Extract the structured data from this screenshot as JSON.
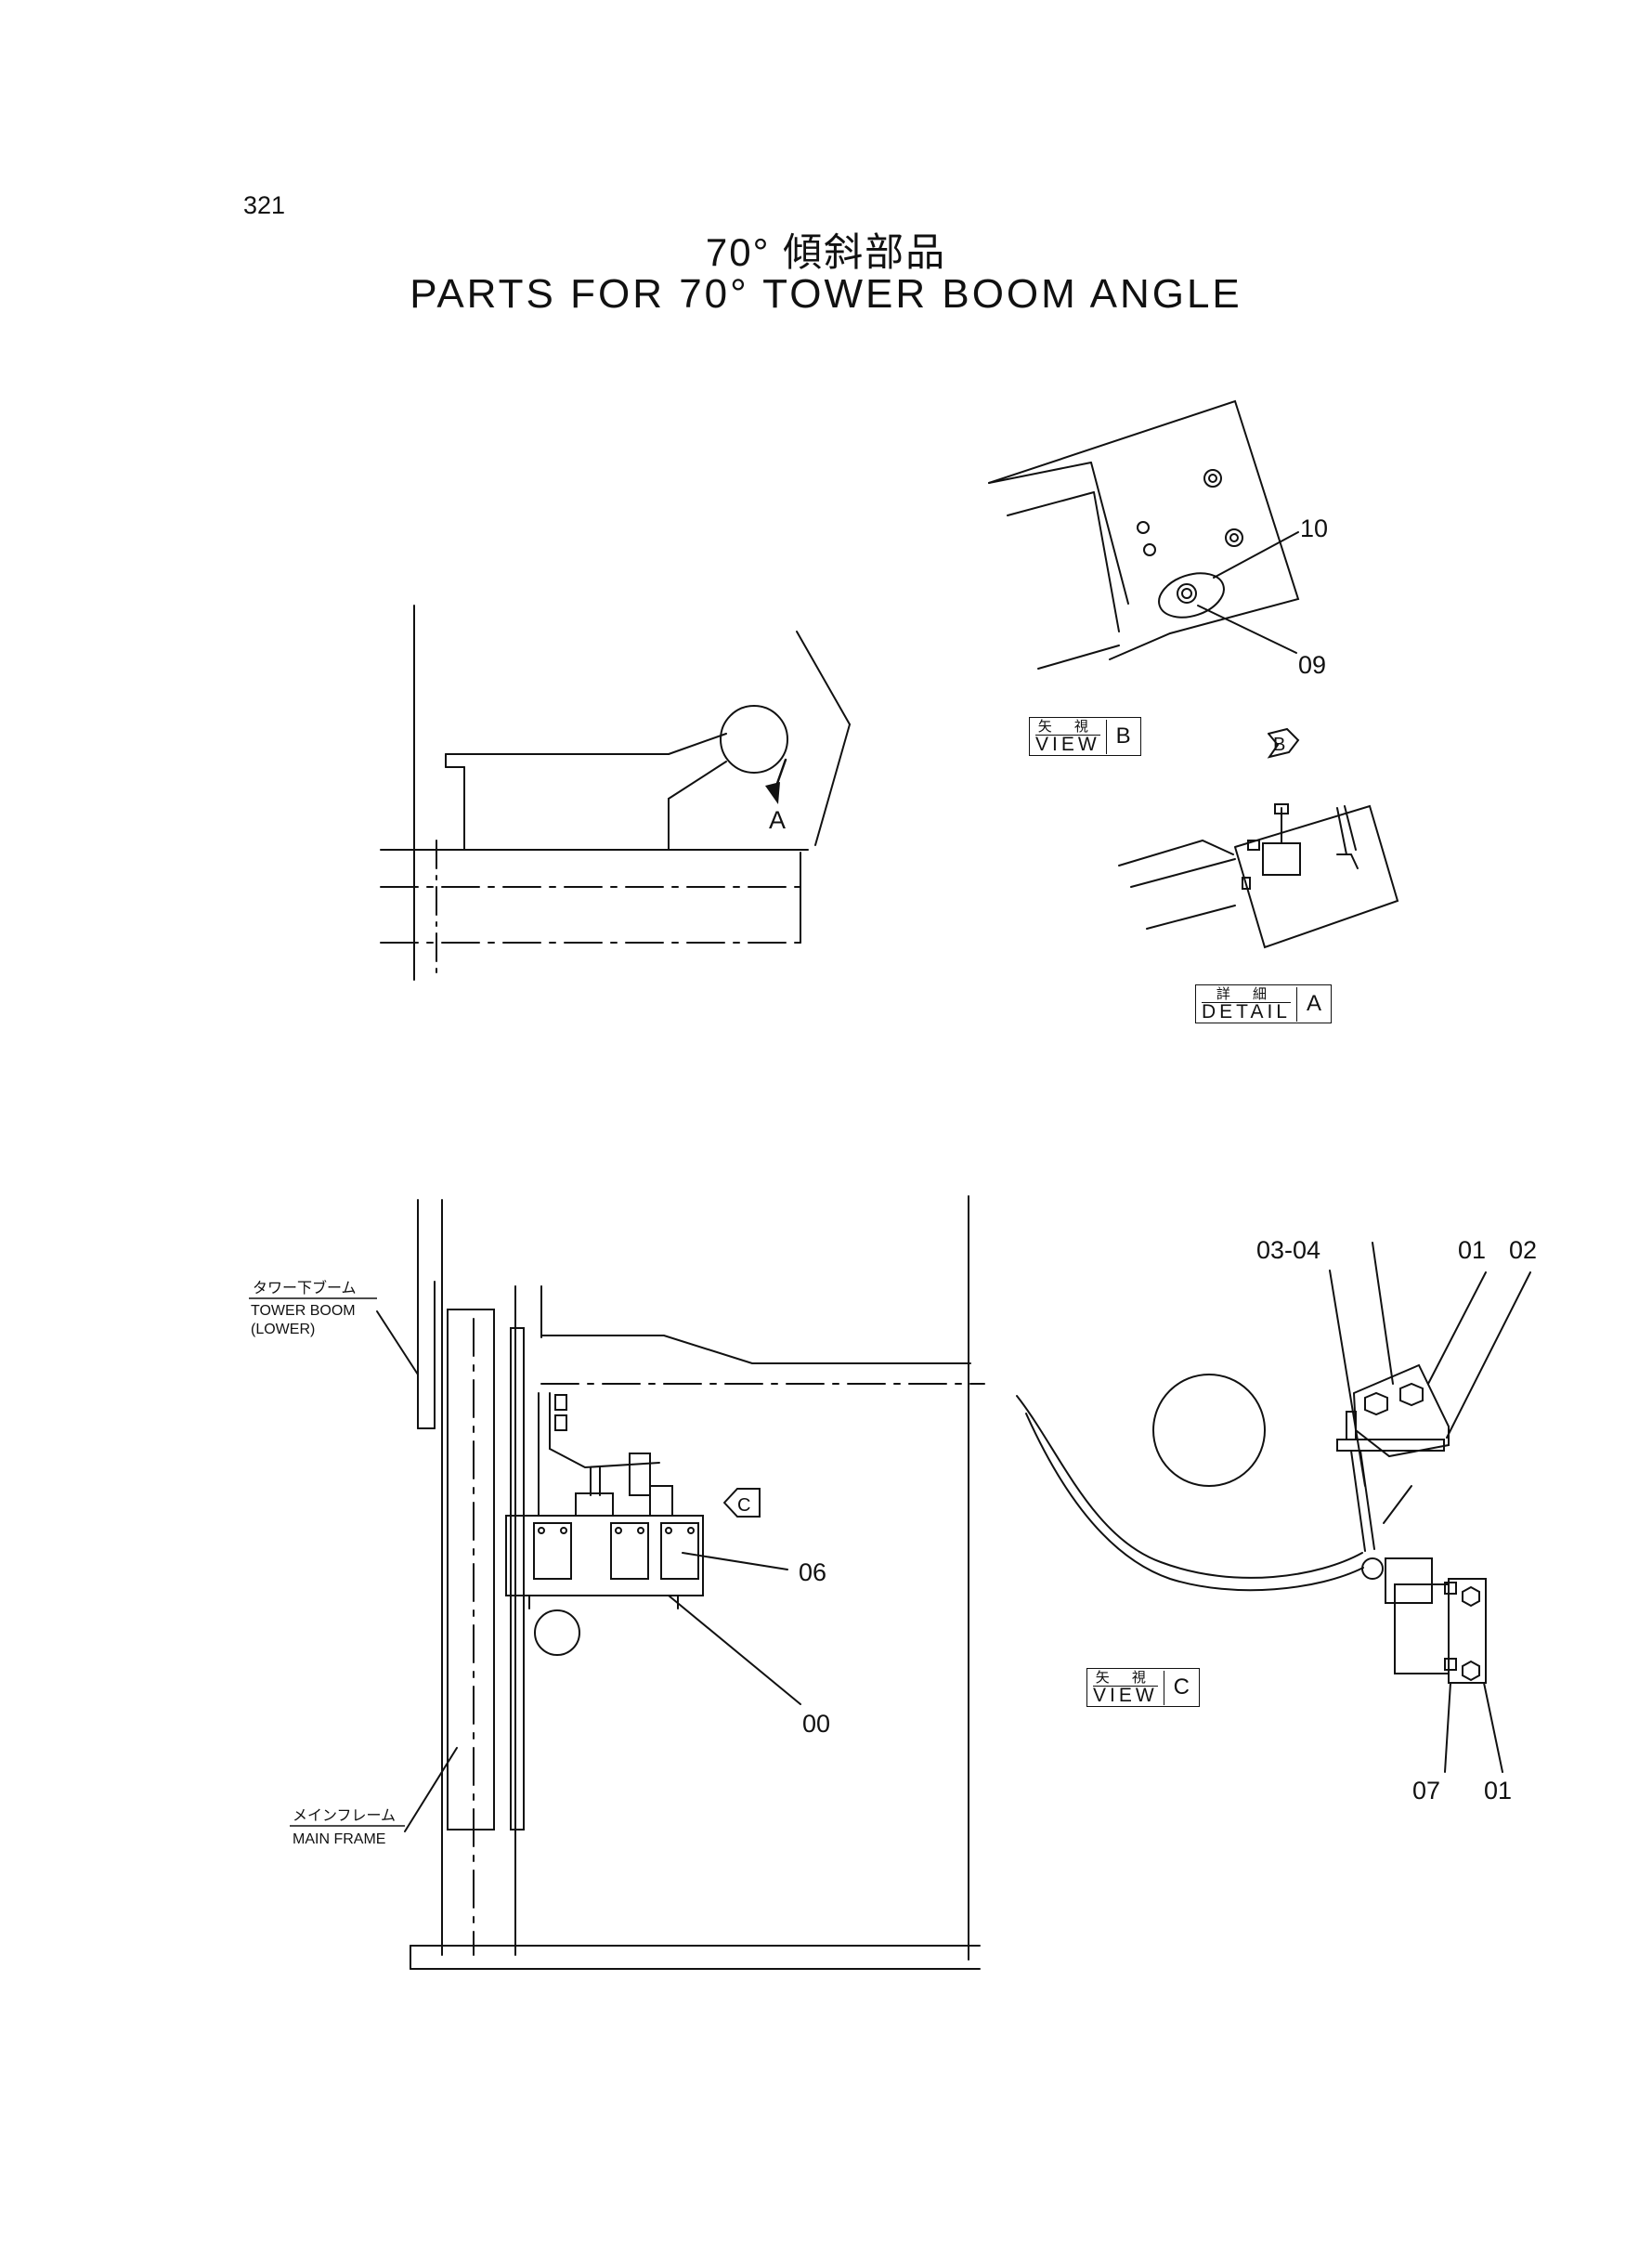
{
  "page": {
    "number": "321",
    "title_ja": "70° 傾斜部品",
    "title_en": "PARTS FOR 70° TOWER BOOM ANGLE"
  },
  "callouts": {
    "view_b": {
      "jp": "矢 視",
      "en": "VIEW",
      "letter": "B"
    },
    "detail_a": {
      "jp": "詳 細",
      "en": "DETAIL",
      "letter": "A"
    },
    "view_c": {
      "jp": "矢 視",
      "en": "VIEW",
      "letter": "C"
    },
    "marker_a": "A",
    "arrow_b": "B",
    "arrow_c": "C"
  },
  "part_numbers": {
    "p10": "10",
    "p09": "09",
    "p03_04": "03-04",
    "p01_top": "01",
    "p02": "02",
    "p06": "06",
    "p00": "00",
    "p07": "07",
    "p01_bottom": "01"
  },
  "labels": {
    "tower_boom_ja": "タワー下ブーム",
    "tower_boom_en": "TOWER BOOM",
    "tower_boom_en2": "(LOWER)",
    "main_frame_ja": "メインフレーム",
    "main_frame_en": "MAIN FRAME"
  }
}
